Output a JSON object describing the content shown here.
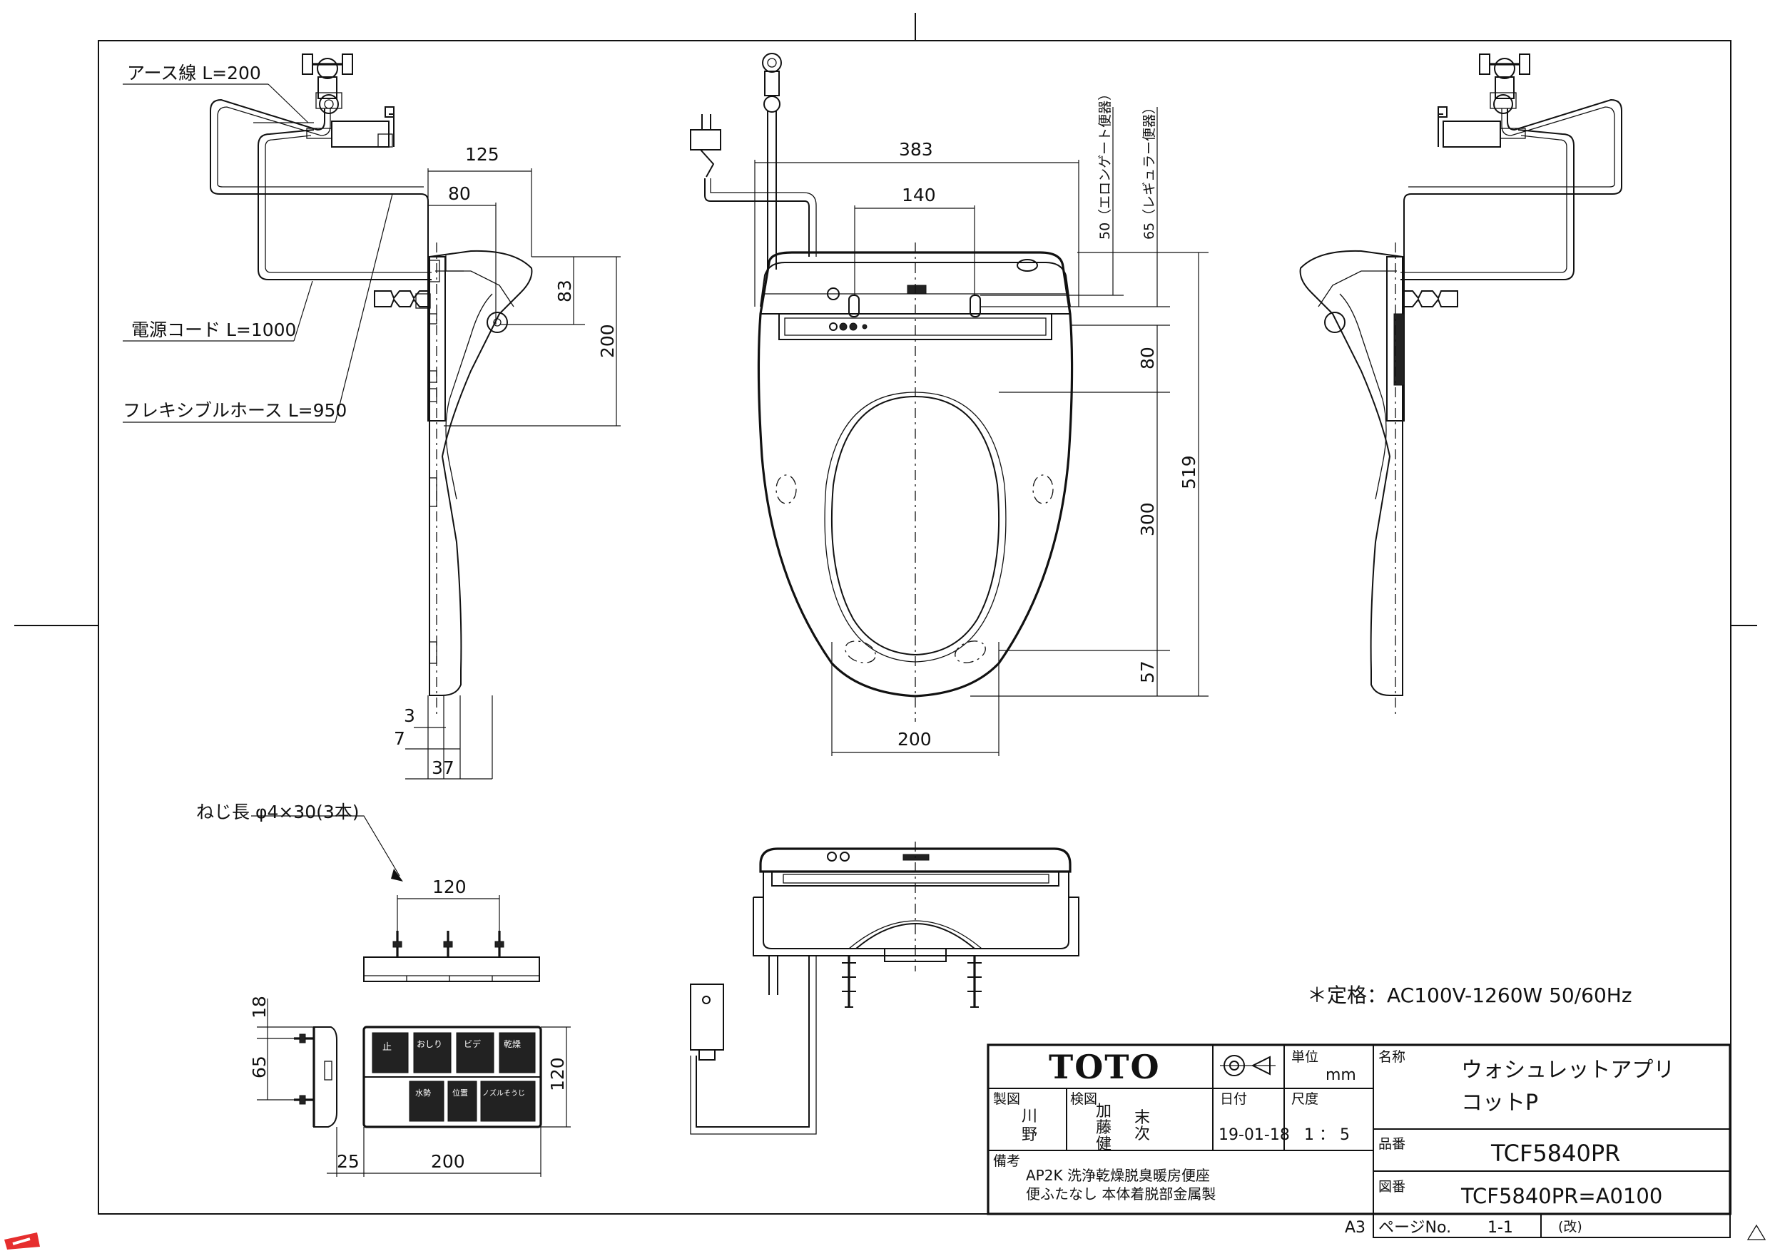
{
  "drawing": {
    "product_name_line1": "ウォシュレットアプリ",
    "product_name_line2": "コットP",
    "part_number": "TCF5840PR",
    "drawing_number": "TCF5840PR=A0100",
    "rating": "＊定格：AC100V-1260W  50/60Hz",
    "brand": "TOTO",
    "unit_label": "単位",
    "unit_value": "mm",
    "scale_label": "尺度",
    "scale_value": "1 ： 5",
    "date_label": "日付",
    "date_value": "19-01-18",
    "drafted_label": "製図",
    "drafted_by_1": "川",
    "drafted_by_2": "野",
    "checked_label": "検図",
    "checked_by": [
      "加",
      "末",
      "藤",
      "次",
      "健"
    ],
    "name_label": "名称",
    "partno_label": "品番",
    "drawno_label": "図番",
    "remarks_label": "備考",
    "remarks_line1": "AP2K  洗浄乾燥脱臭暖房便座",
    "remarks_line2": "便ふたなし  本体着脱部金属製",
    "paper_size": "A3",
    "page_label": "ページNo.",
    "page_value": "1-1",
    "revision_label": "(改)"
  },
  "callouts": {
    "earth_wire": "アース線  L=200",
    "power_cord": "電源コード  L=1000",
    "flexible_hose": "フレキシブルホース  L=950",
    "screw": "ねじ長  φ4×30(3本)",
    "elongated": "50（エロンゲート便器）",
    "regular": "65（レギュラー便器）"
  },
  "dimensions": {
    "side_125": "125",
    "side_80": "80",
    "side_83": "83",
    "side_200": "200",
    "side_3": "3",
    "side_7": "7",
    "side_37": "37",
    "top_383": "383",
    "top_140": "140",
    "top_80": "80",
    "top_300": "300",
    "top_519": "519",
    "top_57": "57",
    "top_200": "200",
    "remote_120w": "120",
    "remote_18": "18",
    "remote_65": "65",
    "remote_120h": "120",
    "remote_25": "25",
    "remote_200": "200"
  },
  "remote_labels": {
    "stop": "止",
    "rear": "おしり",
    "bidet": "ビデ",
    "dry": "乾燥",
    "water_pressure": "水勢",
    "position": "位置",
    "nozzle": "ノズルそうじ"
  }
}
